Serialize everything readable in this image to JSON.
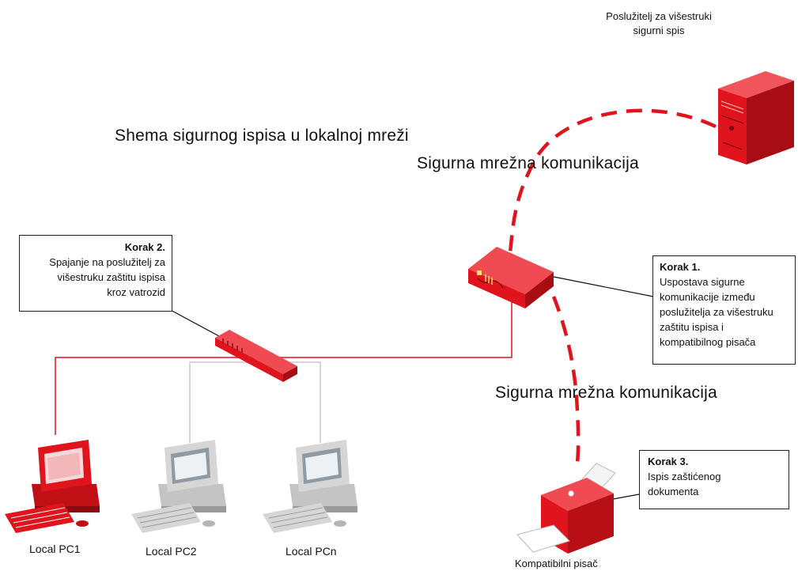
{
  "title": "Shema sigurnog ispisa u lokalnoj mreži",
  "server": {
    "label_line1": "Poslužitelj za višestruki",
    "label_line2": "sigurni spis"
  },
  "links": {
    "upper": "Sigurna mrežna komunikacija",
    "lower": "Sigurna mrežna komunikacija"
  },
  "step1": {
    "heading": "Korak 1.",
    "lines": [
      "Uspostava sigurne",
      "komunikacije između",
      "poslužitelja za višestruku",
      "zaštitu ispisa i",
      "kompatibilnog pisača"
    ]
  },
  "step2": {
    "heading": "Korak 2.",
    "lines": [
      "Spajanje na poslužitelj za",
      "višestruku zaštitu ispisa",
      "kroz vatrozid"
    ]
  },
  "step3": {
    "heading": "Korak 3.",
    "lines": [
      "Ispis zaštićenog",
      "dokumenta"
    ]
  },
  "devices": {
    "pc1": "Local PC1",
    "pc2": "Local PC2",
    "pcn": "Local PCn",
    "printer": "Kompatibilni pisač"
  },
  "colors": {
    "accent": "#e0141c",
    "accent_dark": "#a80d13",
    "gray_device": "#d6d6d6",
    "line_gray": "#c8c8c8"
  }
}
